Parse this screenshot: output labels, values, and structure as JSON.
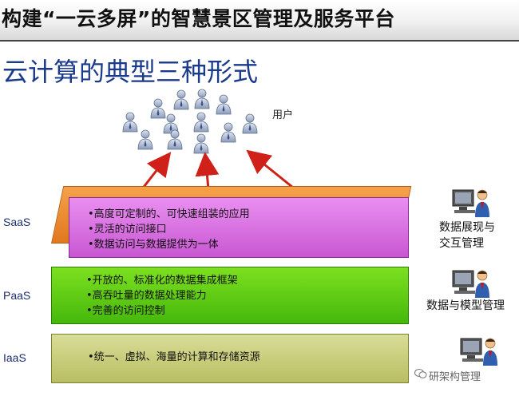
{
  "header": {
    "title": "构建“一云多屏”的智慧景区管理及服务平台"
  },
  "subtitle": "云计算的典型三种形式",
  "users_label": "用户",
  "layers": [
    {
      "name": "SaaS",
      "bullets": [
        "•高度可定制的、可快速组装的应用",
        "•灵活的访问接口",
        "•数据访问与数据提供为一体"
      ],
      "right_label_lines": [
        "数据展现与",
        "交互管理"
      ]
    },
    {
      "name": "PaaS",
      "bullets": [
        "•开放的、标准化的数据集成框架",
        "•高吞吐量的数据处理能力",
        "•完善的访问控制"
      ],
      "right_label_lines": [
        "数据与模型管理"
      ]
    },
    {
      "name": "IaaS",
      "bullets": [
        "•统一、虚拟、海量的计算和存储资源"
      ],
      "right_label_lines": []
    }
  ],
  "watermark": "研架构管理",
  "colors": {
    "saas_back": "#e0781e",
    "saas_front": "#c957d3",
    "paas": "#45b80b",
    "iaas": "#b9be63",
    "arrow": "#d0201a",
    "subtitle": "#1a3a8c"
  },
  "icons": [
    "user-icon",
    "computer-operator-icon",
    "wechat-icon"
  ]
}
